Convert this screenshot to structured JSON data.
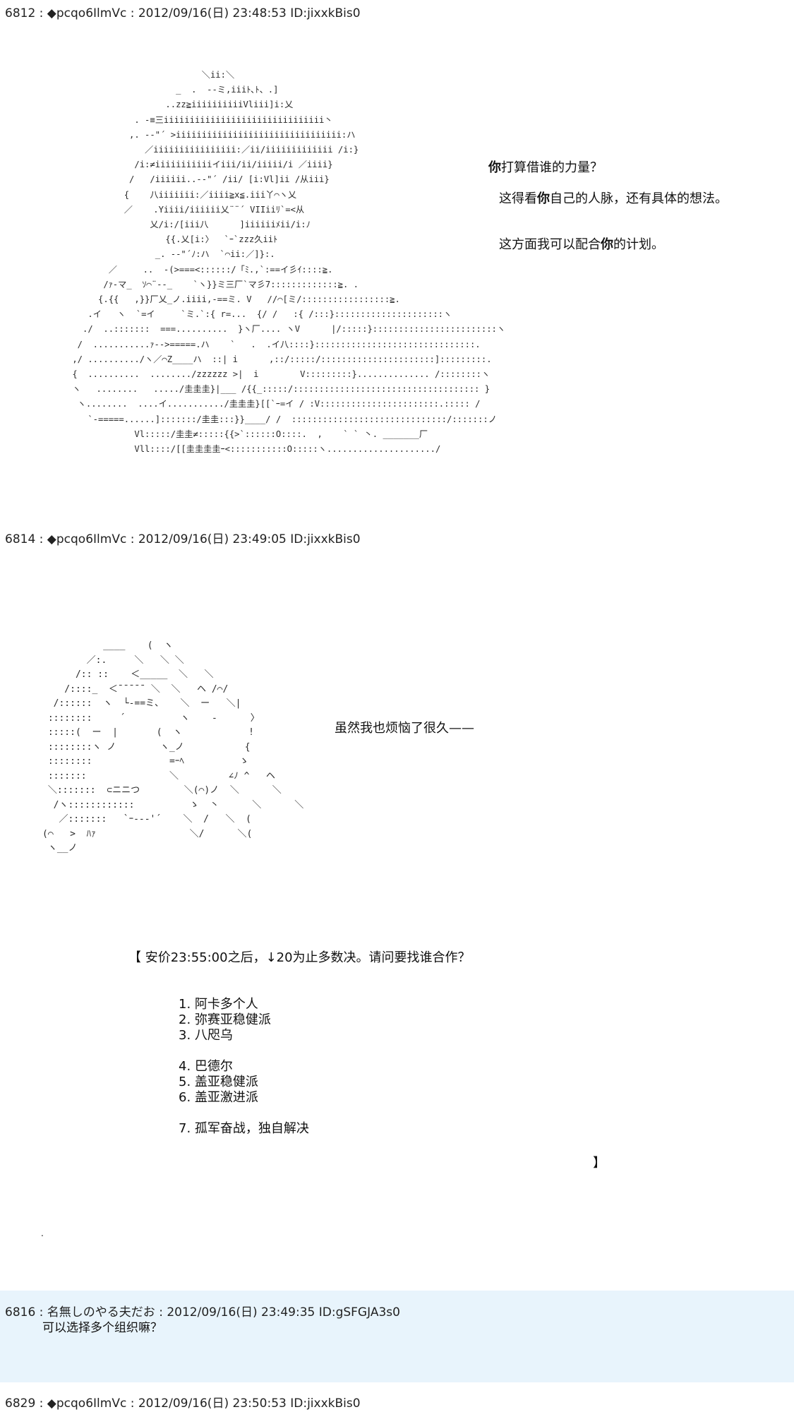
{
  "posts": [
    {
      "header": "6812 : ◆pcqo6IlmVc : 2012/09/16(日) 23:48:53 ID:jixxkBis0",
      "aa": [
        "                          ＼ii:＼",
        "                     _  .  --ミ,iiiﾄ､ﾄ、.]",
        "                   ..zz≧iiiiiiiiiiVliii]i:乂",
        "             . -≡三iiiiiiiiiiiiiiiiiiiiiiiiiiiiiii丶",
        "            ,. -‐\"´ >iiiiiiiiiiiiiiiiiiiiiiiiiiiiiiii:ハ",
        "               ／iiiiiiiiiiiiiiii:／ii/iiiiiiiiiiiii /i:}",
        "             /i:≠iiiiiiiiiiiイiii/ii/iiiii/i ／iiii}",
        "            /   /iiiiii..-‐\"´ /ii/ [i:Vl]ii /从iii}",
        "           {    八iiiiiii:／iiii≧x≦.iii丫⌒ヽ乂",
        "           ／    .Yiiii/iiiiii乂¨¨´ VIIiiﾘ`=<从",
        "                乂/i:/[iii八      ]iiiiiiﾒii/i:ﾉ",
        "                   {{.乂[i:〉  `ｰ`zzz久iiﾄ",
        "                 _. -‐\"´ﾉ:ハ  `⌒ii:／]}:.",
        "        ／     ..  -(>===<::::::/「ﾐ.,`:==イ彡ｲ::::≧.",
        "       /ｧ-マ_  ｿ⌒¨--_    `ヽ}}ミ三厂`マ彡7:::::::::::::≧. .",
        "      {.{{   ,}}厂乂_ノ.iiii,-==ミ. V   //⌒[ミ/:::::::::::::::::≧.",
        "    .イ   ヽ  `=イ     `ミ.`:{ r=...  {/ /   :{ /:::}:::::::::::::::::::::ヽ",
        "   ./  ..:::::::  ===..........  }ヽ厂.... ヽV      |/:::::}::::::::::::::::::::::::ヽ",
        "  /  ...........ｧ-->=====.ハ    `   .  .イ八::::}:::::::::::::::::::::::::::::::.",
        " ,/ ........../ヽ／⌒Z____ハ  ::| i      ,::/:::::/::::::::::::::::::::::]:::::::::.",
        " {  ..........  ......../zzzzzz >|  i        V:::::::::}.............. /::::::::ヽ",
        " ヽ   ........   ...../圭圭圭}|___ /{{_:::::/:::::::::::::::::::::::::::::::::::: }",
        "  ヽ........  ....イ.........../圭圭圭}[[`ｰ=イ / :V:::::::::::::::::::::::.::::: /",
        "    `‐=====......]:::::::/圭圭:::}}____/ /  ::::::::::::::::::::::::::::::/:::::::ノ",
        "             Vl:::::/圭圭≠:::::{{>`::::::O::::.  ,    ` ` 丶. _______厂",
        "             Vll::::/[[圭圭圭圭ｰ<:::::::::::O:::::ヽ...................../"
      ],
      "lines": [
        {
          "pre": "",
          "bold": "你",
          "post": "打算借谁的力量？"
        },
        {
          "pre": "这得看",
          "bold": "你",
          "post": "自己的人脉，还有具体的想法。"
        },
        {
          "pre": "这方面我可以配合",
          "bold": "你",
          "post": "的计划。"
        }
      ]
    },
    {
      "header": "6814 : ◆pcqo6IlmVc : 2012/09/16(日) 23:49:05 ID:jixxkBis0",
      "aa": [
        "           ____    (  ヽ",
        "        ／:.     ＼   ＼ ＼",
        "      /:: ::    ＜_____  ＼   ＼",
        "    /::::_  ＜¯¯¯¯¯ ＼  ＼   ヘ /⌒/",
        "  /::::::  ヽ  └‐==ミ、   ＼  ー   ＼|",
        " ::::::::     ´          ヽ    -      〉",
        " :::::(  ー  |       (  ヽ            !",
        " ::::::::ヽ ノ        ヽ_ノ           {",
        " ::::::::              =ｰﾍ          ゝ",
        " :::::::               ＼         ∠ﾉ ^   ヘ",
        " ＼:::::::  ⊂ニニつ        ＼(⌒)ノ  ＼      ＼",
        "  /ヽ::::::::::::          ゝ  丶      ＼      ＼",
        "   ／:::::::   `ｰ‐‐‐'´    ＼  /   ＼  (",
        "(⌒   >  ﾊｧ                 ＼/      ＼(",
        " ヽ__ノ"
      ],
      "narration": "虽然我也烦恼了很久——",
      "prompt": "【  安价23:55:00之后，↓20为止多数决。请问要找谁合作？",
      "choices_a": [
        "1. 阿卡多个人",
        "2. 弥赛亚稳健派",
        "3. 八咫乌"
      ],
      "choices_b": [
        "4. 巴德尔",
        "5. 盖亚稳健派",
        "6. 盖亚激进派"
      ],
      "choices_c": [
        "7. 孤军奋战，独自解决"
      ],
      "close_bracket": "】",
      "dot": "."
    },
    {
      "header": "6816 : 名無しのやる夫だお : 2012/09/16(日) 23:49:35 ID:gSFGJA3s0",
      "body": "可以选择多个组织嘛？"
    },
    {
      "header": "6829 : ◆pcqo6IlmVc : 2012/09/16(日) 23:50:53 ID:jixxkBis0"
    }
  ]
}
